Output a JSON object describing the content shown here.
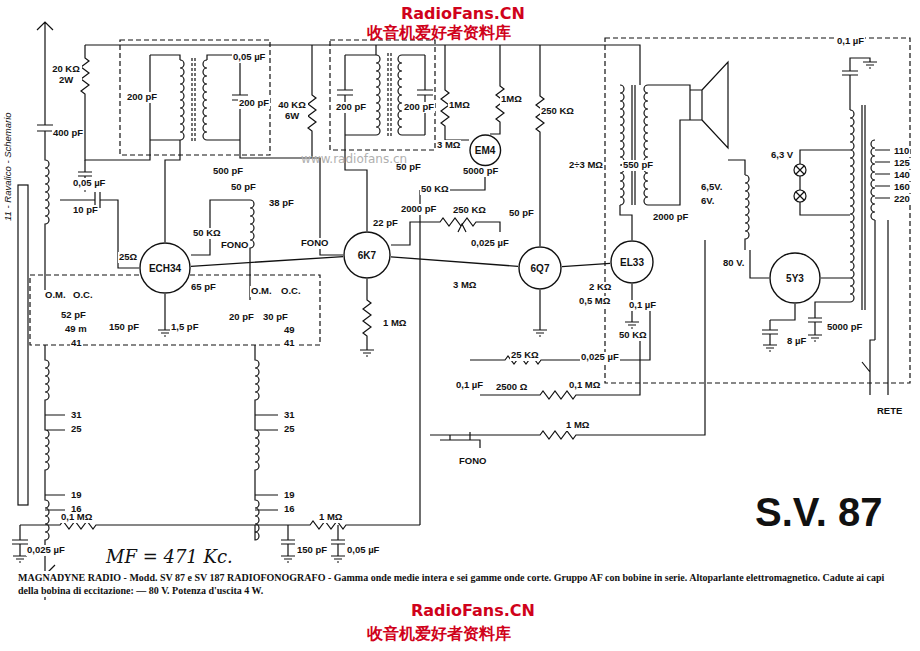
{
  "diagram": {
    "title": "S.V. 87",
    "caption": "MAGNADYNE RADIO - Modd. SV 87 e SV 187 RADIOFONOGRAFO - Gamma onde medie intera e sei gamme onde corte. Gruppo AF con bobine in serie. Altoparlante elettromagnetico. Cadute ai capi della bobina di eccitazione: — 80 V. Potenza d'uscita 4 W.",
    "nodes": [
      {
        "text": [
          "ECH34"
        ]
      },
      {
        "text": [
          "6K7"
        ]
      },
      {
        "text": [
          "EM4"
        ]
      },
      {
        "text": [
          "6Q7"
        ]
      },
      {
        "text": [
          "EL33"
        ]
      },
      {
        "text": [
          "5Y3"
        ]
      }
    ],
    "edges": [
      {
        "from": 0,
        "to": 1,
        "arrow": "none"
      },
      {
        "from": 1,
        "to": 3,
        "arrow": "none"
      },
      {
        "from": 3,
        "to": 4,
        "arrow": "none"
      }
    ],
    "labels": [
      "RadioFans.CN",
      "收音机爱好者资料库",
      "11 - Ravalico - Schemario",
      "20 KΩ 2W",
      "400 pF",
      "0,05 µF",
      "10 pF",
      "200 pF",
      "200 pF",
      "0,05 µF",
      "40 KΩ 6W",
      "200 pF",
      "200 pF",
      "1MΩ",
      "1MΩ",
      "250 KΩ",
      "3 MΩ",
      "50 pF",
      "5000 pF",
      "50 KΩ",
      "250 KΩ",
      "500 pF",
      "50 pF",
      "38 pF",
      "50 KΩ",
      "25Ω",
      "65 pF",
      "FONO",
      "FONO",
      "O.M.",
      "O.C.",
      "O.M.",
      "O.C.",
      "22 pF",
      "2000 pF",
      "1 MΩ",
      "50 pF",
      "0,025 µF",
      "3 MΩ",
      "2÷3 MΩ",
      "550 pF",
      "2000 pF",
      "2 KΩ",
      "0,5 MΩ",
      "0,1 µF",
      "50 KΩ",
      "25 KΩ",
      "0,025 µF",
      "0,1 µF",
      "2500 Ω",
      "0,1 MΩ",
      "1 MΩ",
      "FONO",
      "52 pF",
      "49 m",
      "41",
      "150 pF",
      "1,5 pF",
      "20 pF",
      "30 pF",
      "49",
      "41",
      "31",
      "25",
      "31",
      "25",
      "19",
      "16",
      "19",
      "16",
      "0,1 MΩ",
      "1 MΩ",
      "0,025 µF",
      "150 pF",
      "0,05 µF",
      "MF = 471 Kc.",
      "0,1 µF",
      "6,3 V",
      "6,5V.",
      "6V.",
      "80 V.",
      "110",
      "125",
      "140",
      "160",
      "220",
      "8 µF",
      "5000 pF",
      "RETE",
      "www.radiofans.cn",
      "RadioFans.CN",
      "收音机爱好者资料库"
    ]
  }
}
